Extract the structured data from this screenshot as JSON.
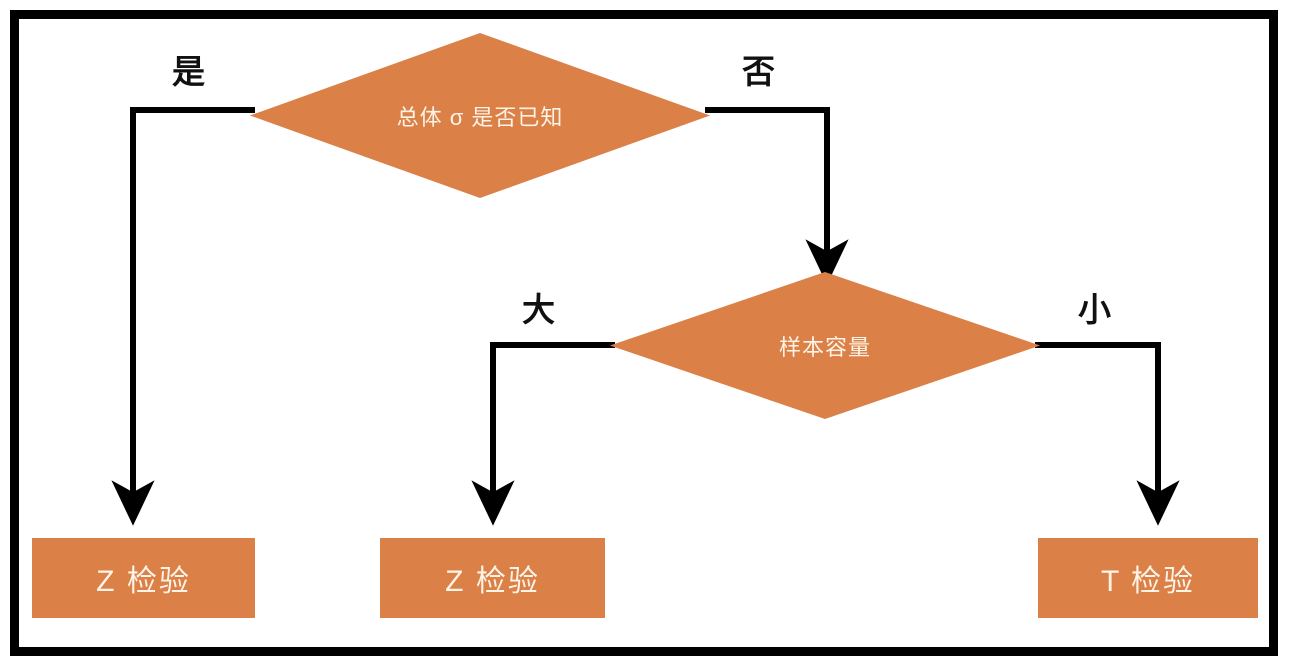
{
  "diagram": {
    "type": "flowchart",
    "title": "Hypothesis test selection flowchart",
    "colors": {
      "node_fill": "#db8047",
      "node_text": "#fdf3e7",
      "edge_line": "#000000",
      "frame": "#000000",
      "background": "#ffffff"
    },
    "nodes": [
      {
        "id": "decision-sigma",
        "shape": "diamond",
        "label": "总体 σ 是否已知"
      },
      {
        "id": "decision-sample-size",
        "shape": "diamond",
        "label": "样本容量"
      },
      {
        "id": "result-z-left",
        "shape": "rectangle",
        "label": "Z 检验"
      },
      {
        "id": "result-z-mid",
        "shape": "rectangle",
        "label": "Z 检验"
      },
      {
        "id": "result-t-right",
        "shape": "rectangle",
        "label": "T 检验"
      }
    ],
    "edges": [
      {
        "id": "edge-yes",
        "from": "decision-sigma",
        "to": "result-z-left",
        "label": "是"
      },
      {
        "id": "edge-no",
        "from": "decision-sigma",
        "to": "decision-sample-size",
        "label": "否"
      },
      {
        "id": "edge-large",
        "from": "decision-sample-size",
        "to": "result-z-mid",
        "label": "大"
      },
      {
        "id": "edge-small",
        "from": "decision-sample-size",
        "to": "result-t-right",
        "label": "小"
      }
    ]
  }
}
